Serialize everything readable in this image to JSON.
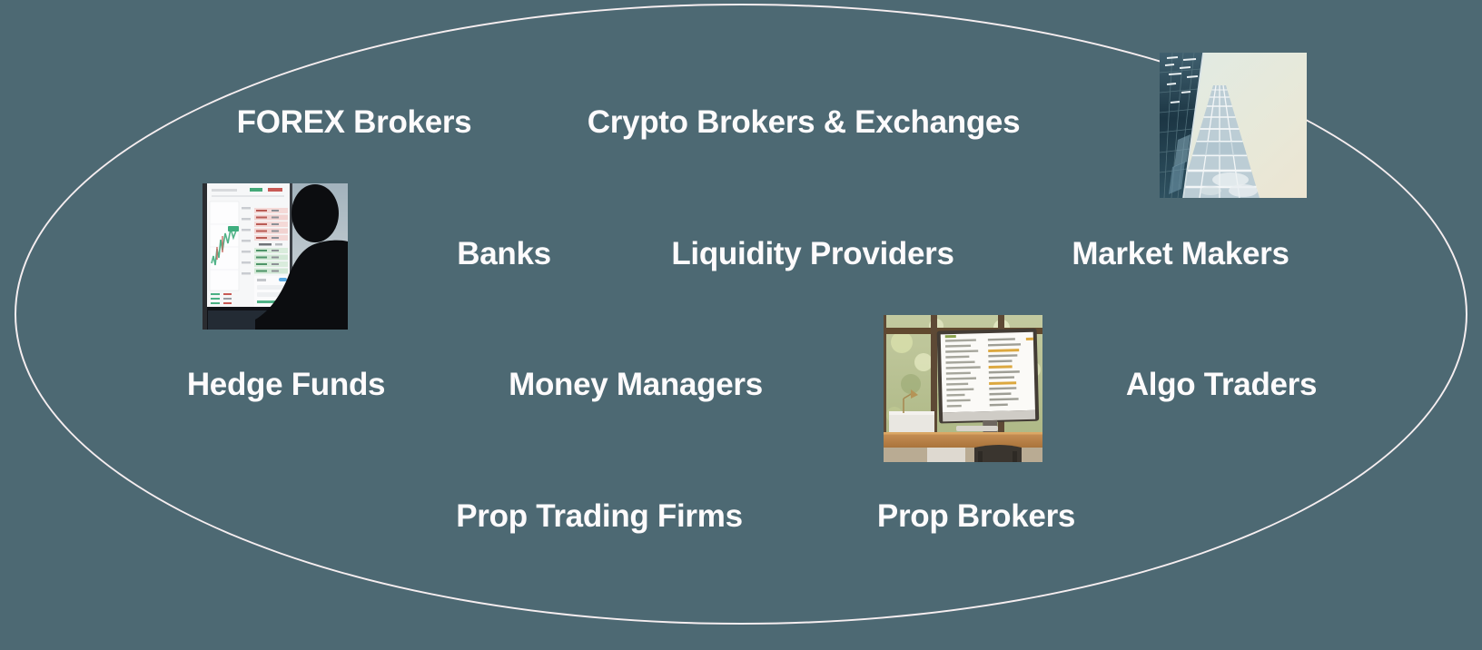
{
  "theme": {
    "background": "#4d6973",
    "ellipse_stroke": "#f6eef0",
    "label_color": "#fdfbfc"
  },
  "diagram": {
    "labels": [
      {
        "id": "forex-brokers",
        "text": "FOREX Brokers"
      },
      {
        "id": "crypto-brokers-exchanges",
        "text": "Crypto Brokers & Exchanges"
      },
      {
        "id": "banks",
        "text": "Banks"
      },
      {
        "id": "liquidity-providers",
        "text": "Liquidity Providers"
      },
      {
        "id": "market-makers",
        "text": "Market Makers"
      },
      {
        "id": "hedge-funds",
        "text": "Hedge Funds"
      },
      {
        "id": "money-managers",
        "text": "Money Managers"
      },
      {
        "id": "algo-traders",
        "text": "Algo Traders"
      },
      {
        "id": "prop-trading-firms",
        "text": "Prop Trading Firms"
      },
      {
        "id": "prop-brokers",
        "text": "Prop Brokers"
      }
    ],
    "images": [
      {
        "id": "trader-terminal-photo",
        "name": "trader-silhouette-trading-screen-photo"
      },
      {
        "id": "skyscraper-photo",
        "name": "glass-skyscraper-photo"
      },
      {
        "id": "office-desk-photo",
        "name": "office-desk-monitor-photo"
      }
    ]
  }
}
